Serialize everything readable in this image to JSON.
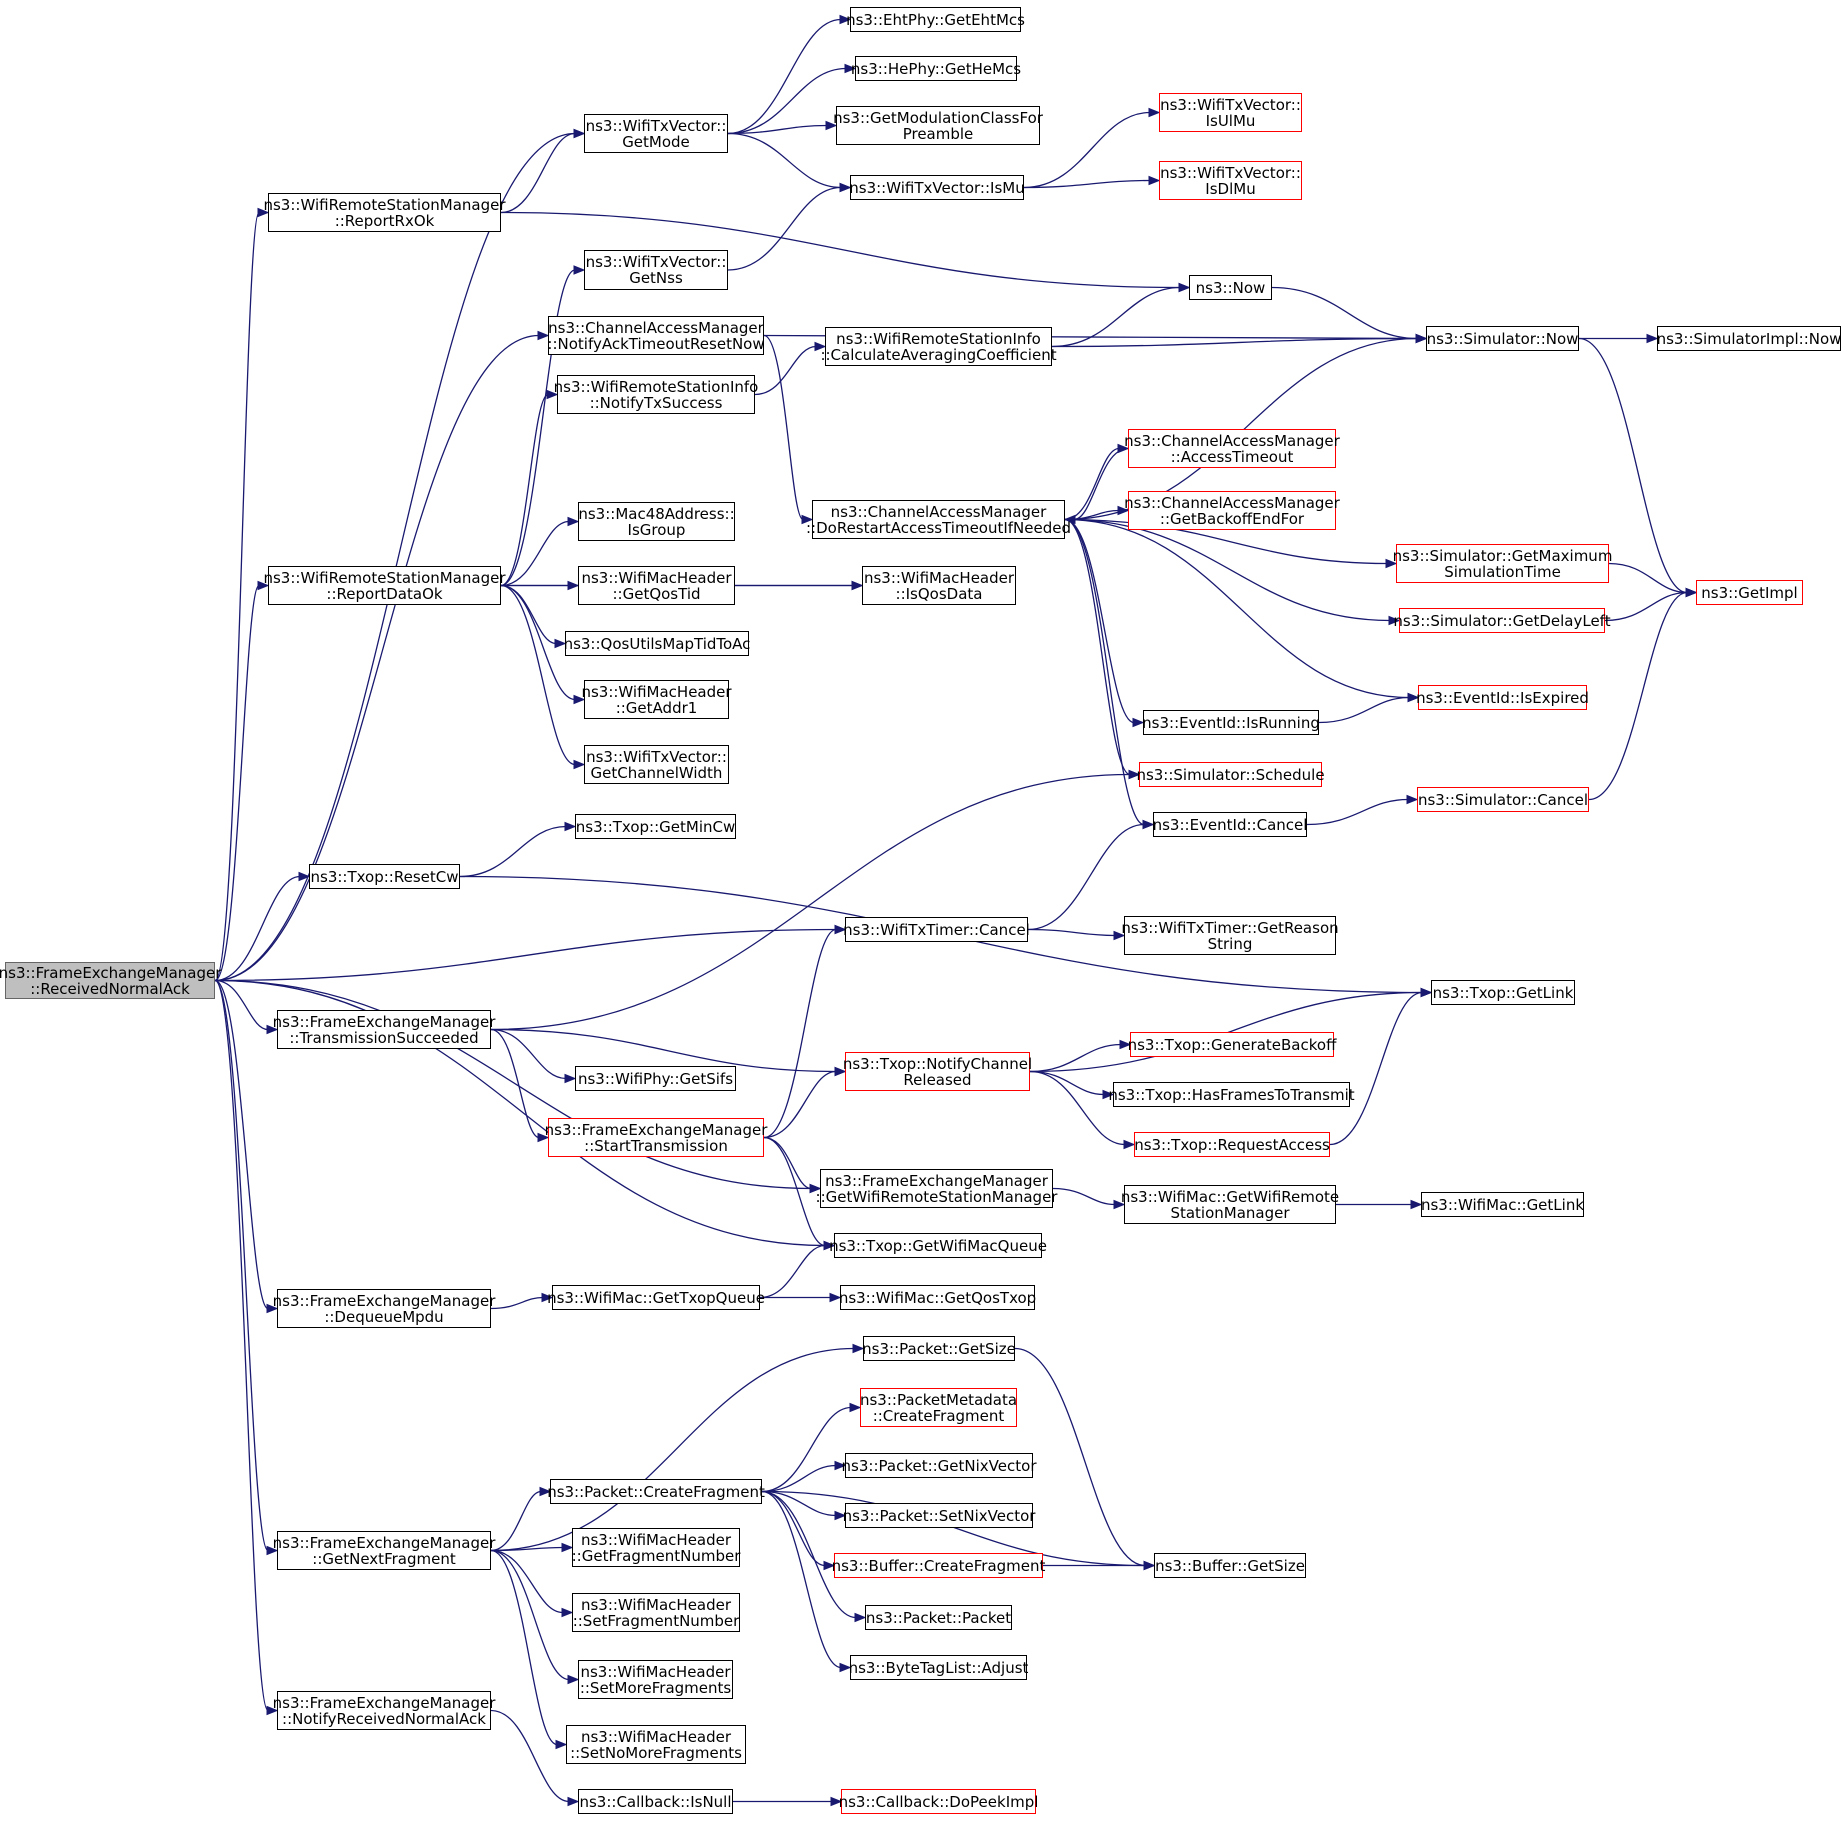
{
  "nodes": {
    "root": {
      "lines": [
        "ns3::FrameExchangeManager",
        "::ReceivedNormalAck"
      ],
      "state": "root"
    },
    "wifiRemoteStationManager_ReportRxOk": {
      "lines": [
        "ns3::WifiRemoteStationManager",
        "::ReportRxOk"
      ],
      "state": "normal"
    },
    "wifiRemoteStationManager_ReportDataOk": {
      "lines": [
        "ns3::WifiRemoteStationManager",
        "::ReportDataOk"
      ],
      "state": "normal"
    },
    "txop_ResetCw": {
      "lines": [
        "ns3::Txop::ResetCw"
      ],
      "state": "normal"
    },
    "fem_TransmissionSucceeded": {
      "lines": [
        "ns3::FrameExchangeManager",
        "::TransmissionSucceeded"
      ],
      "state": "normal"
    },
    "fem_DequeueMpdu": {
      "lines": [
        "ns3::FrameExchangeManager",
        "::DequeueMpdu"
      ],
      "state": "normal"
    },
    "fem_GetNextFragment": {
      "lines": [
        "ns3::FrameExchangeManager",
        "::GetNextFragment"
      ],
      "state": "normal"
    },
    "fem_NotifyReceivedNormalAck": {
      "lines": [
        "ns3::FrameExchangeManager",
        "::NotifyReceivedNormalAck"
      ],
      "state": "normal"
    },
    "wifiTxVector_GetMode": {
      "lines": [
        "ns3::WifiTxVector::",
        "GetMode"
      ],
      "state": "normal"
    },
    "wifiTxVector_GetNss": {
      "lines": [
        "ns3::WifiTxVector::",
        "GetNss"
      ],
      "state": "normal"
    },
    "cam_NotifyAckTimeoutResetNow": {
      "lines": [
        "ns3::ChannelAccessManager",
        "::NotifyAckTimeoutResetNow"
      ],
      "state": "normal"
    },
    "wrsi_NotifyTxSuccess": {
      "lines": [
        "ns3::WifiRemoteStationInfo",
        "::NotifyTxSuccess"
      ],
      "state": "normal"
    },
    "mac48_IsGroup": {
      "lines": [
        "ns3::Mac48Address::",
        "IsGroup"
      ],
      "state": "normal"
    },
    "wmh_GetQosTid": {
      "lines": [
        "ns3::WifiMacHeader",
        "::GetQosTid"
      ],
      "state": "normal"
    },
    "qosUtilsMapTidToAc": {
      "lines": [
        "ns3::QosUtilsMapTidToAc"
      ],
      "state": "normal"
    },
    "wmh_GetAddr1": {
      "lines": [
        "ns3::WifiMacHeader",
        "::GetAddr1"
      ],
      "state": "normal"
    },
    "wifiTxVector_GetChannelWidth": {
      "lines": [
        "ns3::WifiTxVector::",
        "GetChannelWidth"
      ],
      "state": "normal"
    },
    "txop_GetMinCw": {
      "lines": [
        "ns3::Txop::GetMinCw"
      ],
      "state": "normal"
    },
    "wifiPhy_GetSifs": {
      "lines": [
        "ns3::WifiPhy::GetSifs"
      ],
      "state": "normal"
    },
    "fem_StartTransmission": {
      "lines": [
        "ns3::FrameExchangeManager",
        "::StartTransmission"
      ],
      "state": "red"
    },
    "wifiMac_GetTxopQueue": {
      "lines": [
        "ns3::WifiMac::GetTxopQueue"
      ],
      "state": "normal"
    },
    "packet_CreateFragment": {
      "lines": [
        "ns3::Packet::CreateFragment"
      ],
      "state": "normal"
    },
    "wmh_GetFragmentNumber": {
      "lines": [
        "ns3::WifiMacHeader",
        "::GetFragmentNumber"
      ],
      "state": "normal"
    },
    "wmh_SetFragmentNumber": {
      "lines": [
        "ns3::WifiMacHeader",
        "::SetFragmentNumber"
      ],
      "state": "normal"
    },
    "wmh_SetMoreFragments": {
      "lines": [
        "ns3::WifiMacHeader",
        "::SetMoreFragments"
      ],
      "state": "normal"
    },
    "wmh_SetNoMoreFragments": {
      "lines": [
        "ns3::WifiMacHeader",
        "::SetNoMoreFragments"
      ],
      "state": "normal"
    },
    "callback_IsNull": {
      "lines": [
        "ns3::Callback::IsNull"
      ],
      "state": "normal"
    },
    "ehtPhy_GetEhtMcs": {
      "lines": [
        "ns3::EhtPhy::GetEhtMcs"
      ],
      "state": "normal"
    },
    "hePhy_GetHeMcs": {
      "lines": [
        "ns3::HePhy::GetHeMcs"
      ],
      "state": "normal"
    },
    "getModulationClassForPreamble": {
      "lines": [
        "ns3::GetModulationClassFor",
        "Preamble"
      ],
      "state": "normal"
    },
    "wifiTxVector_IsMu": {
      "lines": [
        "ns3::WifiTxVector::IsMu"
      ],
      "state": "normal"
    },
    "wifiTxVector_IsUlMu": {
      "lines": [
        "ns3::WifiTxVector::",
        "IsUlMu"
      ],
      "state": "red"
    },
    "wifiTxVector_IsDlMu": {
      "lines": [
        "ns3::WifiTxVector::",
        "IsDlMu"
      ],
      "state": "red"
    },
    "ns3_Now": {
      "lines": [
        "ns3::Now"
      ],
      "state": "normal"
    },
    "wrsi_CalculateAveragingCoefficient": {
      "lines": [
        "ns3::WifiRemoteStationInfo",
        "::CalculateAveragingCoefficient"
      ],
      "state": "normal"
    },
    "simulator_Now": {
      "lines": [
        "ns3::Simulator::Now"
      ],
      "state": "normal"
    },
    "simulatorImpl_Now": {
      "lines": [
        "ns3::SimulatorImpl::Now"
      ],
      "state": "normal"
    },
    "cam_DoRestartAccessTimeoutIfNeeded": {
      "lines": [
        "ns3::ChannelAccessManager",
        "::DoRestartAccessTimeoutIfNeeded"
      ],
      "state": "normal"
    },
    "cam_AccessTimeout": {
      "lines": [
        "ns3::ChannelAccessManager",
        "::AccessTimeout"
      ],
      "state": "red"
    },
    "cam_GetBackoffEndFor": {
      "lines": [
        "ns3::ChannelAccessManager",
        "::GetBackoffEndFor"
      ],
      "state": "red"
    },
    "wmh_IsQosData": {
      "lines": [
        "ns3::WifiMacHeader",
        "::IsQosData"
      ],
      "state": "normal"
    },
    "simulator_GetMaximumSimulationTime": {
      "lines": [
        "ns3::Simulator::GetMaximum",
        "SimulationTime"
      ],
      "state": "red"
    },
    "simulator_GetDelayLeft": {
      "lines": [
        "ns3::Simulator::GetDelayLeft"
      ],
      "state": "red"
    },
    "getImpl": {
      "lines": [
        "ns3::GetImpl"
      ],
      "state": "red"
    },
    "eventId_IsRunning": {
      "lines": [
        "ns3::EventId::IsRunning"
      ],
      "state": "normal"
    },
    "eventId_IsExpired": {
      "lines": [
        "ns3::EventId::IsExpired"
      ],
      "state": "red"
    },
    "simulator_Schedule": {
      "lines": [
        "ns3::Simulator::Schedule"
      ],
      "state": "red"
    },
    "eventId_Cancel": {
      "lines": [
        "ns3::EventId::Cancel"
      ],
      "state": "normal"
    },
    "simulator_Cancel": {
      "lines": [
        "ns3::Simulator::Cancel"
      ],
      "state": "red"
    },
    "wifiTxTimer_Cancel": {
      "lines": [
        "ns3::WifiTxTimer::Cancel"
      ],
      "state": "normal"
    },
    "wifiTxTimer_GetReasonString": {
      "lines": [
        "ns3::WifiTxTimer::GetReason",
        "String"
      ],
      "state": "normal"
    },
    "txop_GetLink": {
      "lines": [
        "ns3::Txop::GetLink"
      ],
      "state": "normal"
    },
    "txop_NotifyChannelReleased": {
      "lines": [
        "ns3::Txop::NotifyChannel",
        "Released"
      ],
      "state": "red"
    },
    "txop_GenerateBackoff": {
      "lines": [
        "ns3::Txop::GenerateBackoff"
      ],
      "state": "red"
    },
    "txop_HasFramesToTransmit": {
      "lines": [
        "ns3::Txop::HasFramesToTransmit"
      ],
      "state": "normal"
    },
    "txop_RequestAccess": {
      "lines": [
        "ns3::Txop::RequestAccess"
      ],
      "state": "red"
    },
    "fem_GetWifiRemoteStationManager": {
      "lines": [
        "ns3::FrameExchangeManager",
        "::GetWifiRemoteStationManager"
      ],
      "state": "normal"
    },
    "wifiMac_GetWifiRemoteStationManager": {
      "lines": [
        "ns3::WifiMac::GetWifiRemote",
        "StationManager"
      ],
      "state": "normal"
    },
    "wifiMac_GetLink": {
      "lines": [
        "ns3::WifiMac::GetLink"
      ],
      "state": "normal"
    },
    "txop_GetWifiMacQueue": {
      "lines": [
        "ns3::Txop::GetWifiMacQueue"
      ],
      "state": "normal"
    },
    "wifiMac_GetQosTxop": {
      "lines": [
        "ns3::WifiMac::GetQosTxop"
      ],
      "state": "normal"
    },
    "packet_GetSize": {
      "lines": [
        "ns3::Packet::GetSize"
      ],
      "state": "normal"
    },
    "packetMetadata_CreateFragment": {
      "lines": [
        "ns3::PacketMetadata",
        "::CreateFragment"
      ],
      "state": "red"
    },
    "packet_GetNixVector": {
      "lines": [
        "ns3::Packet::GetNixVector"
      ],
      "state": "normal"
    },
    "packet_SetNixVector": {
      "lines": [
        "ns3::Packet::SetNixVector"
      ],
      "state": "normal"
    },
    "buffer_CreateFragment": {
      "lines": [
        "ns3::Buffer::CreateFragment"
      ],
      "state": "red"
    },
    "buffer_GetSize": {
      "lines": [
        "ns3::Buffer::GetSize"
      ],
      "state": "normal"
    },
    "packet_Packet": {
      "lines": [
        "ns3::Packet::Packet"
      ],
      "state": "normal"
    },
    "byteTagList_Adjust": {
      "lines": [
        "ns3::ByteTagList::Adjust"
      ],
      "state": "normal"
    },
    "callback_DoPeekImpl": {
      "lines": [
        "ns3::Callback::DoPeekImpl"
      ],
      "state": "red"
    }
  },
  "edges": [
    [
      "root",
      "wifiTxVector_GetMode"
    ],
    [
      "root",
      "wifiRemoteStationManager_ReportRxOk"
    ],
    [
      "root",
      "cam_NotifyAckTimeoutResetNow"
    ],
    [
      "root",
      "wifiRemoteStationManager_ReportDataOk"
    ],
    [
      "root",
      "txop_ResetCw"
    ],
    [
      "root",
      "wifiTxTimer_Cancel"
    ],
    [
      "root",
      "fem_TransmissionSucceeded"
    ],
    [
      "root",
      "fem_GetWifiRemoteStationManager"
    ],
    [
      "root",
      "txop_GetWifiMacQueue"
    ],
    [
      "root",
      "fem_DequeueMpdu"
    ],
    [
      "root",
      "fem_GetNextFragment"
    ],
    [
      "root",
      "fem_NotifyReceivedNormalAck"
    ],
    [
      "wifiRemoteStationManager_ReportRxOk",
      "wifiTxVector_GetMode"
    ],
    [
      "wifiRemoteStationManager_ReportRxOk",
      "ns3_Now"
    ],
    [
      "wifiTxVector_GetMode",
      "ehtPhy_GetEhtMcs"
    ],
    [
      "wifiTxVector_GetMode",
      "hePhy_GetHeMcs"
    ],
    [
      "wifiTxVector_GetMode",
      "getModulationClassForPreamble"
    ],
    [
      "wifiTxVector_GetMode",
      "wifiTxVector_IsMu"
    ],
    [
      "wifiTxVector_IsMu",
      "wifiTxVector_IsUlMu"
    ],
    [
      "wifiTxVector_IsMu",
      "wifiTxVector_IsDlMu"
    ],
    [
      "wifiTxVector_GetNss",
      "wifiTxVector_IsMu"
    ],
    [
      "cam_NotifyAckTimeoutResetNow",
      "simulator_Now"
    ],
    [
      "cam_NotifyAckTimeoutResetNow",
      "cam_DoRestartAccessTimeoutIfNeeded"
    ],
    [
      "wrsi_NotifyTxSuccess",
      "wrsi_CalculateAveragingCoefficient"
    ],
    [
      "wrsi_CalculateAveragingCoefficient",
      "ns3_Now"
    ],
    [
      "wrsi_CalculateAveragingCoefficient",
      "simulator_Now"
    ],
    [
      "ns3_Now",
      "simulator_Now"
    ],
    [
      "simulator_Now",
      "simulatorImpl_Now"
    ],
    [
      "simulator_Now",
      "getImpl"
    ],
    [
      "wifiRemoteStationManager_ReportDataOk",
      "wifiTxVector_GetNss"
    ],
    [
      "wifiRemoteStationManager_ReportDataOk",
      "wrsi_NotifyTxSuccess"
    ],
    [
      "wifiRemoteStationManager_ReportDataOk",
      "wmh_IsQosData"
    ],
    [
      "wifiRemoteStationManager_ReportDataOk",
      "mac48_IsGroup"
    ],
    [
      "wifiRemoteStationManager_ReportDataOk",
      "wmh_GetQosTid"
    ],
    [
      "wifiRemoteStationManager_ReportDataOk",
      "qosUtilsMapTidToAc"
    ],
    [
      "wifiRemoteStationManager_ReportDataOk",
      "wmh_GetAddr1"
    ],
    [
      "wifiRemoteStationManager_ReportDataOk",
      "wifiTxVector_GetChannelWidth"
    ],
    [
      "wmh_GetQosTid",
      "wmh_IsQosData"
    ],
    [
      "cam_DoRestartAccessTimeoutIfNeeded",
      "simulator_Now"
    ],
    [
      "cam_DoRestartAccessTimeoutIfNeeded",
      "cam_AccessTimeout"
    ],
    [
      "cam_AccessTimeout",
      "cam_DoRestartAccessTimeoutIfNeeded"
    ],
    [
      "cam_DoRestartAccessTimeoutIfNeeded",
      "cam_GetBackoffEndFor"
    ],
    [
      "cam_DoRestartAccessTimeoutIfNeeded",
      "simulator_GetMaximumSimulationTime"
    ],
    [
      "cam_DoRestartAccessTimeoutIfNeeded",
      "simulator_GetDelayLeft"
    ],
    [
      "cam_DoRestartAccessTimeoutIfNeeded",
      "eventId_IsExpired"
    ],
    [
      "cam_DoRestartAccessTimeoutIfNeeded",
      "eventId_IsRunning"
    ],
    [
      "cam_DoRestartAccessTimeoutIfNeeded",
      "simulator_Schedule"
    ],
    [
      "cam_DoRestartAccessTimeoutIfNeeded",
      "eventId_Cancel"
    ],
    [
      "simulator_GetMaximumSimulationTime",
      "getImpl"
    ],
    [
      "simulator_GetDelayLeft",
      "getImpl"
    ],
    [
      "eventId_IsRunning",
      "eventId_IsExpired"
    ],
    [
      "eventId_Cancel",
      "simulator_Cancel"
    ],
    [
      "simulator_Cancel",
      "getImpl"
    ],
    [
      "txop_ResetCw",
      "txop_GetMinCw"
    ],
    [
      "txop_ResetCw",
      "txop_GetLink"
    ],
    [
      "wifiTxTimer_Cancel",
      "eventId_Cancel"
    ],
    [
      "wifiTxTimer_Cancel",
      "wifiTxTimer_GetReasonString"
    ],
    [
      "fem_TransmissionSucceeded",
      "simulator_Schedule"
    ],
    [
      "fem_TransmissionSucceeded",
      "txop_NotifyChannelReleased"
    ],
    [
      "fem_TransmissionSucceeded",
      "wifiPhy_GetSifs"
    ],
    [
      "fem_TransmissionSucceeded",
      "fem_StartTransmission"
    ],
    [
      "fem_StartTransmission",
      "wifiTxTimer_Cancel"
    ],
    [
      "fem_StartTransmission",
      "txop_NotifyChannelReleased"
    ],
    [
      "fem_StartTransmission",
      "fem_GetWifiRemoteStationManager"
    ],
    [
      "fem_StartTransmission",
      "txop_GetWifiMacQueue"
    ],
    [
      "txop_NotifyChannelReleased",
      "txop_GetLink"
    ],
    [
      "txop_NotifyChannelReleased",
      "txop_GenerateBackoff"
    ],
    [
      "txop_NotifyChannelReleased",
      "txop_HasFramesToTransmit"
    ],
    [
      "txop_NotifyChannelReleased",
      "txop_RequestAccess"
    ],
    [
      "txop_RequestAccess",
      "txop_GetLink"
    ],
    [
      "fem_GetWifiRemoteStationManager",
      "wifiMac_GetWifiRemoteStationManager"
    ],
    [
      "wifiMac_GetWifiRemoteStationManager",
      "wifiMac_GetLink"
    ],
    [
      "fem_DequeueMpdu",
      "wifiMac_GetTxopQueue"
    ],
    [
      "wifiMac_GetTxopQueue",
      "txop_GetWifiMacQueue"
    ],
    [
      "wifiMac_GetTxopQueue",
      "wifiMac_GetQosTxop"
    ],
    [
      "fem_GetNextFragment",
      "packet_GetSize"
    ],
    [
      "fem_GetNextFragment",
      "packet_CreateFragment"
    ],
    [
      "fem_GetNextFragment",
      "wmh_GetFragmentNumber"
    ],
    [
      "fem_GetNextFragment",
      "wmh_SetFragmentNumber"
    ],
    [
      "fem_GetNextFragment",
      "wmh_SetMoreFragments"
    ],
    [
      "fem_GetNextFragment",
      "wmh_SetNoMoreFragments"
    ],
    [
      "packet_GetSize",
      "buffer_GetSize"
    ],
    [
      "packet_CreateFragment",
      "packetMetadata_CreateFragment"
    ],
    [
      "packet_CreateFragment",
      "packet_GetNixVector"
    ],
    [
      "packet_CreateFragment",
      "packet_SetNixVector"
    ],
    [
      "packet_CreateFragment",
      "buffer_CreateFragment"
    ],
    [
      "packet_CreateFragment",
      "packet_Packet"
    ],
    [
      "packet_CreateFragment",
      "byteTagList_Adjust"
    ],
    [
      "packet_CreateFragment",
      "buffer_GetSize"
    ],
    [
      "buffer_CreateFragment",
      "buffer_GetSize"
    ],
    [
      "fem_NotifyReceivedNormalAck",
      "callback_IsNull"
    ],
    [
      "callback_IsNull",
      "callback_DoPeekImpl"
    ]
  ]
}
